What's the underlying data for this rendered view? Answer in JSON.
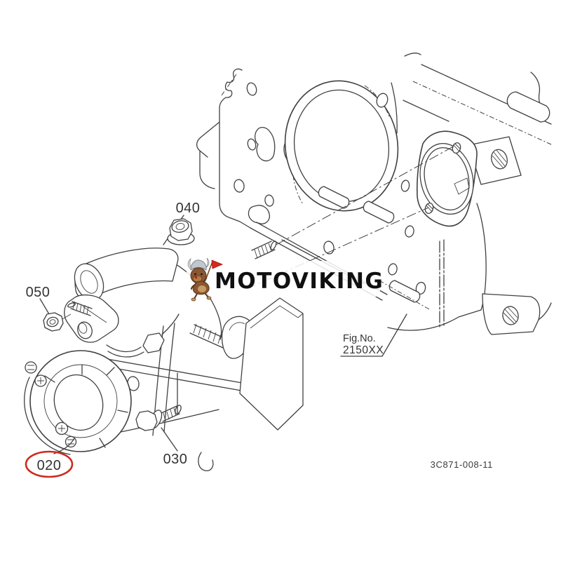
{
  "watermark": {
    "brand": "MOTOVIKING",
    "mascot_icon": "viking-dog-with-flag"
  },
  "part_labels": {
    "starter_motor": "020",
    "mount_bolt": "030",
    "flange_nut": "040",
    "terminal_nut": "050"
  },
  "figure_reference": {
    "caption": "Fig.No.",
    "number": "2150XX"
  },
  "drawing_number": "3C871-008-11",
  "highlight": {
    "circled_part": "020",
    "color": "#cc2a1e"
  },
  "colors": {
    "line": "#404040",
    "label_text": "#333333",
    "flag_red": "#d8281e"
  }
}
